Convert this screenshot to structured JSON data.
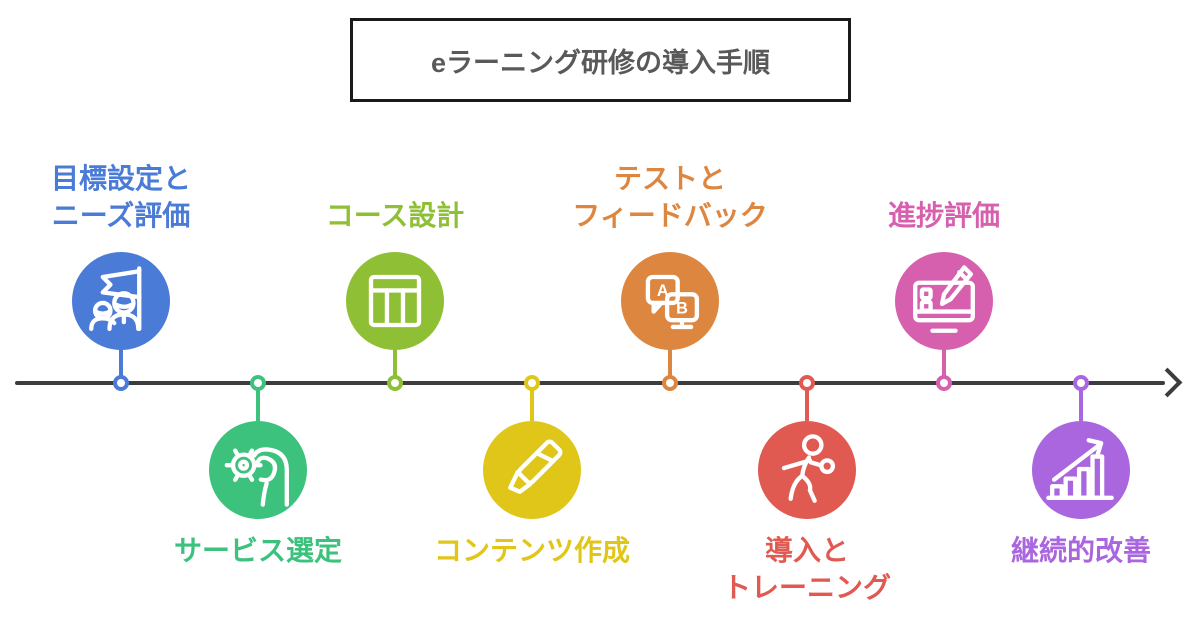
{
  "title": {
    "text": "eラーニング研修の導入手順",
    "text_color": "#595959",
    "border_color": "#1a1a1a"
  },
  "timeline": {
    "color": "#3d3d3d"
  },
  "steps": [
    {
      "lines": [
        "目標設定と",
        "ニーズ評価"
      ],
      "color": "#4a7bd7",
      "position": "above",
      "icon": "goal-flag-icon"
    },
    {
      "lines": [
        "サービス選定"
      ],
      "color": "#3dc27d",
      "position": "below",
      "icon": "gear-hand-icon"
    },
    {
      "lines": [
        "コース設計"
      ],
      "color": "#8fbf35",
      "position": "above",
      "icon": "course-table-icon"
    },
    {
      "lines": [
        "コンテンツ作成"
      ],
      "color": "#e0c619",
      "position": "below",
      "icon": "marker-pen-icon"
    },
    {
      "lines": [
        "テストと",
        "フィードバック"
      ],
      "color": "#dd8640",
      "position": "above",
      "icon": "ab-test-icon",
      "label_a": "A",
      "label_b": "B"
    },
    {
      "lines": [
        "導入と",
        "トレーニング"
      ],
      "color": "#e15a52",
      "position": "below",
      "icon": "training-person-icon"
    },
    {
      "lines": [
        "進捗評価"
      ],
      "color": "#d760ae",
      "position": "above",
      "icon": "monitor-pencil-icon"
    },
    {
      "lines": [
        "継続的改善"
      ],
      "color": "#aa66de",
      "position": "below",
      "icon": "growth-chart-icon"
    }
  ]
}
